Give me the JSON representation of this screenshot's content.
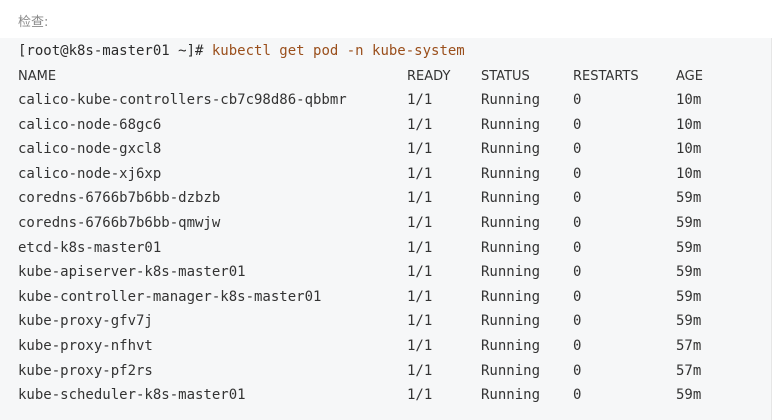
{
  "caption": "检查:",
  "prompt": {
    "host": "[root@k8s-master01 ~]# ",
    "command": "kubectl get pod -n kube-system"
  },
  "table": {
    "headers": {
      "name": "NAME",
      "ready": "READY",
      "status": "STATUS",
      "restarts": "RESTARTS",
      "age": "AGE"
    },
    "rows": [
      {
        "name": "calico-kube-controllers-cb7c98d86-qbbmr",
        "ready": "1/1",
        "status": "Running",
        "restarts": "0",
        "age": "10m"
      },
      {
        "name": "calico-node-68gc6",
        "ready": "1/1",
        "status": "Running",
        "restarts": "0",
        "age": "10m"
      },
      {
        "name": "calico-node-gxcl8",
        "ready": "1/1",
        "status": "Running",
        "restarts": "0",
        "age": "10m"
      },
      {
        "name": "calico-node-xj6xp",
        "ready": "1/1",
        "status": "Running",
        "restarts": "0",
        "age": "10m"
      },
      {
        "name": "coredns-6766b7b6bb-dzbzb",
        "ready": "1/1",
        "status": "Running",
        "restarts": "0",
        "age": "59m"
      },
      {
        "name": "coredns-6766b7b6bb-qmwjw",
        "ready": "1/1",
        "status": "Running",
        "restarts": "0",
        "age": "59m"
      },
      {
        "name": "etcd-k8s-master01",
        "ready": "1/1",
        "status": "Running",
        "restarts": "0",
        "age": "59m"
      },
      {
        "name": "kube-apiserver-k8s-master01",
        "ready": "1/1",
        "status": "Running",
        "restarts": "0",
        "age": "59m"
      },
      {
        "name": "kube-controller-manager-k8s-master01",
        "ready": "1/1",
        "status": "Running",
        "restarts": "0",
        "age": "59m"
      },
      {
        "name": "kube-proxy-gfv7j",
        "ready": "1/1",
        "status": "Running",
        "restarts": "0",
        "age": "59m"
      },
      {
        "name": "kube-proxy-nfhvt",
        "ready": "1/1",
        "status": "Running",
        "restarts": "0",
        "age": "57m"
      },
      {
        "name": "kube-proxy-pf2rs",
        "ready": "1/1",
        "status": "Running",
        "restarts": "0",
        "age": "57m"
      },
      {
        "name": "kube-scheduler-k8s-master01",
        "ready": "1/1",
        "status": "Running",
        "restarts": "0",
        "age": "59m"
      }
    ]
  },
  "colors": {
    "background": "#ffffff",
    "terminal_background": "#f6f7f8",
    "command": "#9a4f1c",
    "text": "#333333",
    "caption": "#8a8a8a"
  }
}
